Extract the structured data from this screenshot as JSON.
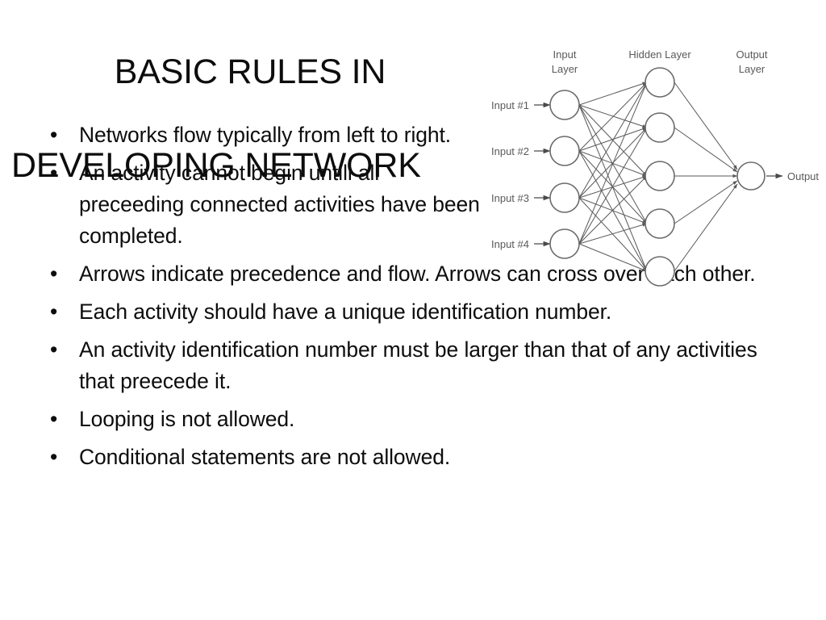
{
  "slide": {
    "title_line_1": "BASIC RULES IN",
    "title_line_2": "DEVELOPING NETWORK",
    "bullet_marker": "•",
    "background_color": "#ffffff",
    "text_color": "#0d0d0d"
  },
  "bullets": [
    {
      "text": "Networks flow typically from left to right.",
      "width": "narrow"
    },
    {
      "text": "An activity cannot begin untill all preceeding connected activities have been completed.",
      "width": "narrow"
    },
    {
      "text": "Arrows indicate precedence and flow. Arrows can cross over each other.",
      "width": "wide"
    },
    {
      "text": "Each activity should have a unique identification number.",
      "width": "wide"
    },
    {
      "text": "An activity identification number must be larger than that of any activities that preecede it.",
      "width": "wide"
    },
    {
      "text": "Looping is not allowed.",
      "width": "wide"
    },
    {
      "text": "Conditional statements are not allowed.",
      "width": "wide"
    }
  ],
  "diagram": {
    "name": "neural-network-diagram",
    "layer_labels": {
      "input_line_1": "Input",
      "input_line_2": "Layer",
      "hidden": "Hidden Layer",
      "output_line_1": "Output",
      "output_line_2": "Layer"
    },
    "input_labels": [
      "Input #1",
      "Input #2",
      "Input #3",
      "Input #4"
    ],
    "output_label": "Output",
    "node_counts": {
      "input": 4,
      "hidden": 5,
      "output": 1
    },
    "colors": {
      "node_fill": "#ffffff",
      "node_stroke": "#6b6b6b",
      "edge": "#5a5a5a",
      "label": "#5a5a5a"
    }
  }
}
